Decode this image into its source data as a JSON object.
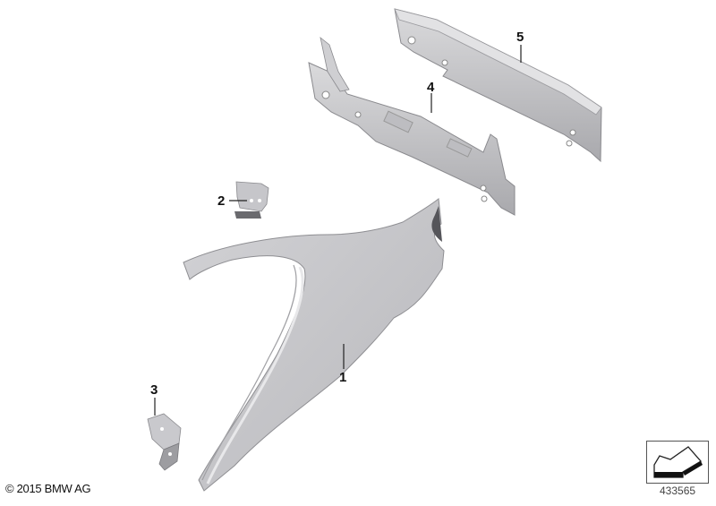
{
  "diagram": {
    "type": "exploded-parts-diagram",
    "parts": [
      {
        "number": "1",
        "name": "side-panel-rear"
      },
      {
        "number": "2",
        "name": "bracket-upper"
      },
      {
        "number": "3",
        "name": "bracket-lower"
      },
      {
        "number": "4",
        "name": "rear-panel-inner"
      },
      {
        "number": "5",
        "name": "rear-panel-crossmember"
      }
    ],
    "callouts": {
      "c1": "1",
      "c2": "2",
      "c3": "3",
      "c4": "4",
      "c5": "5"
    }
  },
  "footer": {
    "copyright": "© 2015 BMW AG",
    "diagram_code": "433565",
    "nav_icon": "arrow-back-icon"
  },
  "colors": {
    "part_fill": "#c9c9cc",
    "part_shade": "#a7a7ab",
    "part_light": "#dcdcde",
    "label": "#111111"
  }
}
